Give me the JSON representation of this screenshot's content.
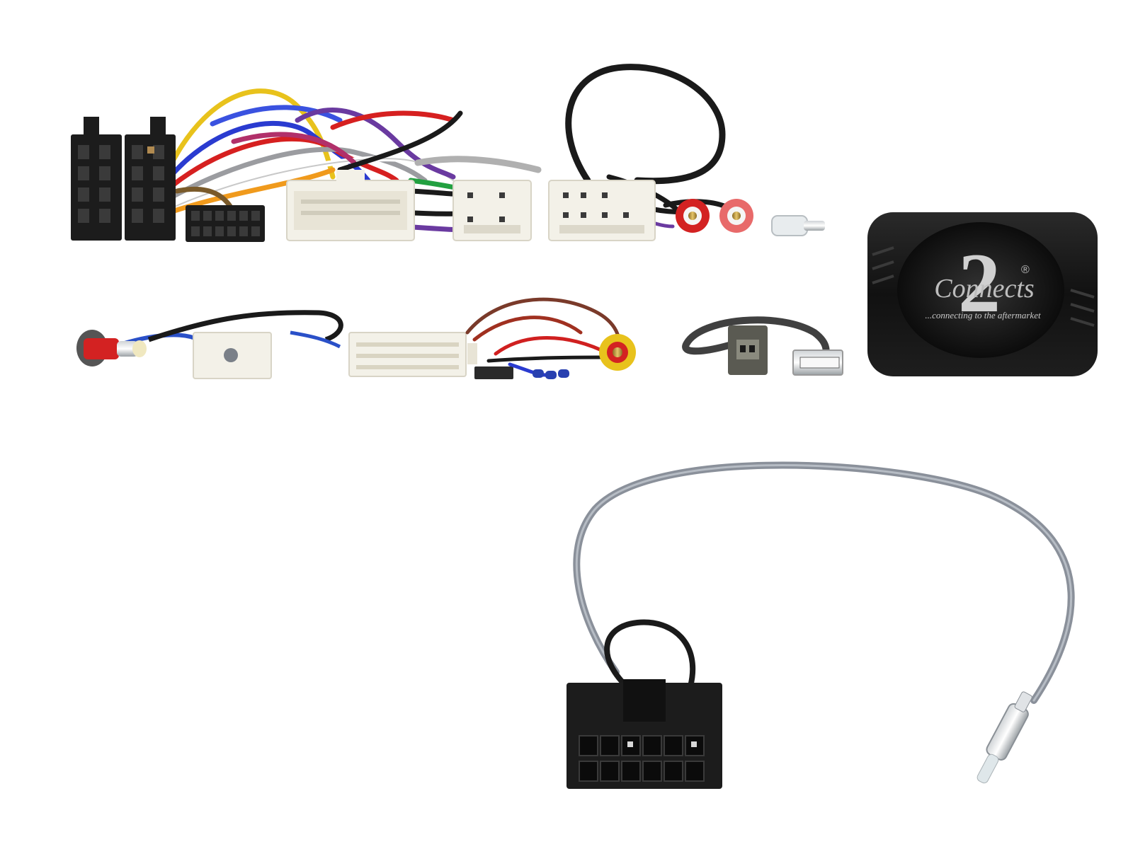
{
  "image": {
    "background": "#ffffff",
    "content": "car stereo wiring harness kit with steering wheel control interface"
  },
  "interface_box": {
    "logo_numeral": "2",
    "logo_word": "Connects",
    "registered_mark": "®",
    "tagline": "...connecting to the aftermarket",
    "body_color": "#151515",
    "logo_color": "#cfcfcf"
  },
  "colors": {
    "connector_black": "#1c1c1c",
    "connector_white": "#f3f1e8",
    "rca_red": "#d32222",
    "rca_yellow": "#e8c21c",
    "cable_grey": "#8a909a",
    "cable_black": "#1a1a1a"
  }
}
